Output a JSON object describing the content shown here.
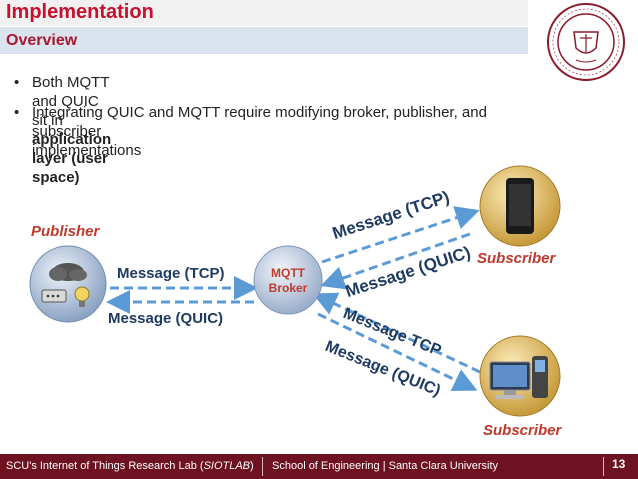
{
  "header": {
    "title": "Implementation",
    "subtitle": "Overview"
  },
  "bullets": [
    {
      "pre": "Both MQTT and QUIC sit in ",
      "bold": "application layer (user space)"
    },
    {
      "line1": "Integrating QUIC and MQTT require modifying broker, publisher, and",
      "line2": "subscriber implementations"
    }
  ],
  "diagram": {
    "publisher_label": "Publisher",
    "broker_line1": "MQTT",
    "broker_line2": "Broker",
    "subscriber_top_label": "Subscriber",
    "subscriber_bottom_label": "Subscriber",
    "msg_pub_tcp": "Message (TCP)",
    "msg_pub_quic": "Message (QUIC)",
    "msg_top_tcp": "Message (TCP)",
    "msg_top_quic": "Message (QUIC)",
    "msg_bot_tcp": "Message TCP",
    "msg_bot_quic": "Message (QUIC)"
  },
  "footer": {
    "lab_prefix": "SCU's Internet of Things Research Lab (",
    "lab_italic": "SIOTLAB",
    "lab_suffix": ")",
    "school": "School of Engineering | Santa Clara University",
    "page_number": "13"
  },
  "colors": {
    "title_red": "#c8102e",
    "footer_maroon": "#6e1221",
    "arrow_blue": "#5b9bd5",
    "msg_navy": "#1f3b63"
  },
  "icons": [
    "university-seal-icon",
    "cloud-devices-icon",
    "smartphone-icon",
    "computer-phone-icon"
  ]
}
